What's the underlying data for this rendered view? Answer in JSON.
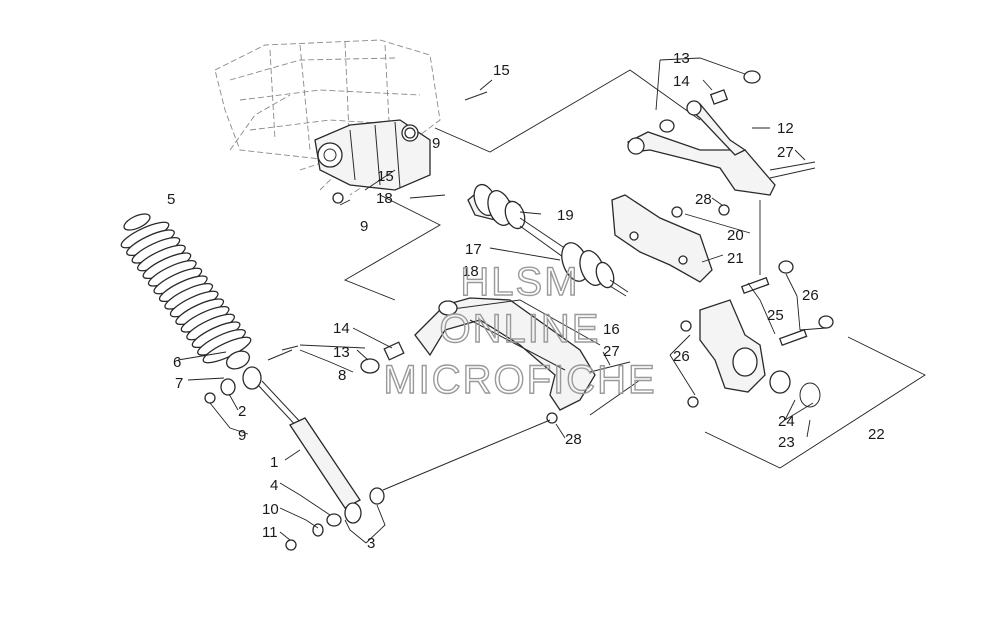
{
  "diagram": {
    "type": "exploded parts diagram",
    "callouts": [
      "1",
      "2",
      "3",
      "4",
      "5",
      "6",
      "7",
      "8",
      "9",
      "9",
      "9",
      "10",
      "11",
      "12",
      "13",
      "13",
      "14",
      "14",
      "15",
      "15",
      "16",
      "17",
      "18",
      "18",
      "19",
      "20",
      "21",
      "22",
      "23",
      "24",
      "25",
      "26",
      "26",
      "27",
      "27",
      "28",
      "28"
    ]
  },
  "watermark": {
    "line1": "HLSM",
    "line2": "ONLINE",
    "line3": "MICROFICHE"
  },
  "colors": {
    "ink": "#1a1a1a",
    "watermark": "#9a9a9a",
    "frame": "#8a8a8a"
  }
}
